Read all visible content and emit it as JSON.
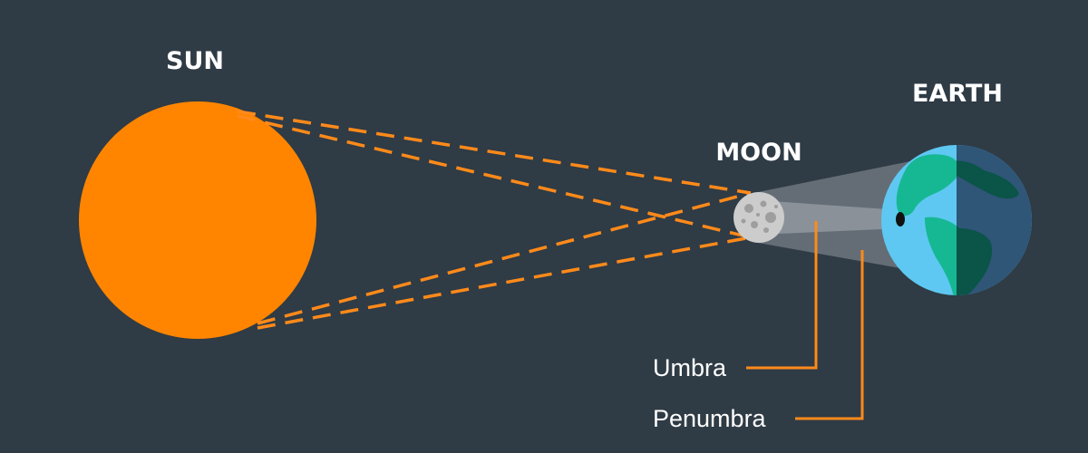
{
  "labels": {
    "sun": "SUN",
    "moon": "MOON",
    "earth": "EARTH",
    "umbra": "Umbra",
    "penumbra": "Penumbra"
  },
  "icons": [
    "sun-icon",
    "moon-icon",
    "earth-icon"
  ],
  "colors": {
    "background": "#2f3b45",
    "sun": "#ff8500",
    "rays": "#ff8a1a",
    "moon": "#c9c9c9",
    "moon_craters": "#9e9e9e",
    "ocean_day": "#5ec8f2",
    "ocean_night": "#2f5577",
    "land_day": "#16b894",
    "land_night": "#0a5448",
    "shadow_cone": "#8f979e",
    "umbra_spot": "#111111"
  }
}
